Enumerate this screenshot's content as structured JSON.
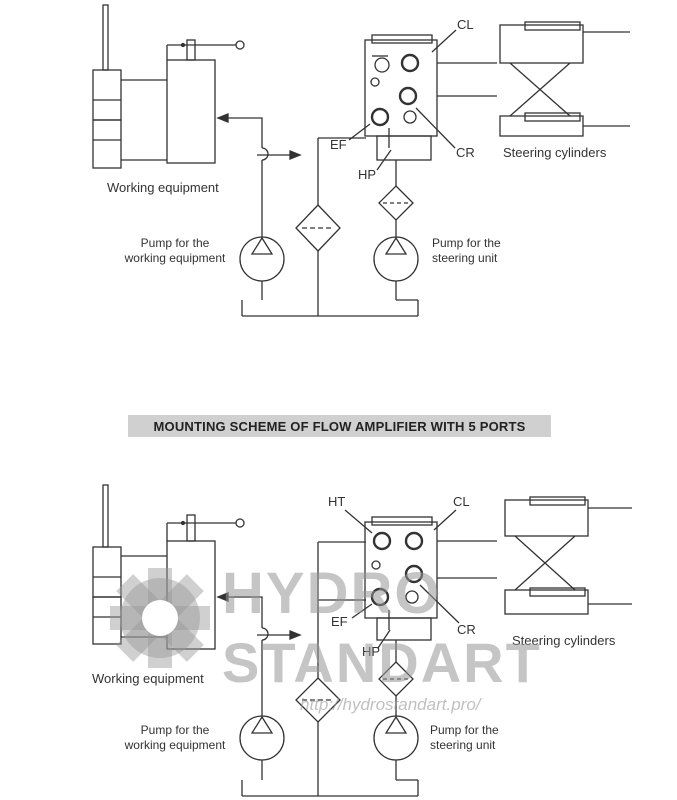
{
  "diagram_top": {
    "labels": {
      "cl": "CL",
      "ef": "EF",
      "cr": "CR",
      "hp": "HP",
      "steering_cylinders": "Steering cylinders",
      "working_equipment": "Working equipment",
      "pump_working_line1": "Pump for the",
      "pump_working_line2": "working equipment",
      "pump_steering_line1": "Pump for the",
      "pump_steering_line2": "steering unit"
    }
  },
  "banner": {
    "title": "MOUNTING SCHEME OF FLOW AMPLIFIER WITH 5 PORTS"
  },
  "diagram_bottom": {
    "labels": {
      "ht": "HT",
      "cl": "CL",
      "ef": "EF",
      "cr": "CR",
      "hp": "HP",
      "steering_cylinders": "Steering cylinders",
      "working_equipment": "Working equipment",
      "pump_working_line1": "Pump for the",
      "pump_working_line2": "working equipment",
      "pump_steering_line1": "Pump for the",
      "pump_steering_line2": "steering unit"
    }
  },
  "watermark": {
    "line1": "HYDRO",
    "line2": "STANDART",
    "url": "http://hydrostandart.pro/"
  }
}
